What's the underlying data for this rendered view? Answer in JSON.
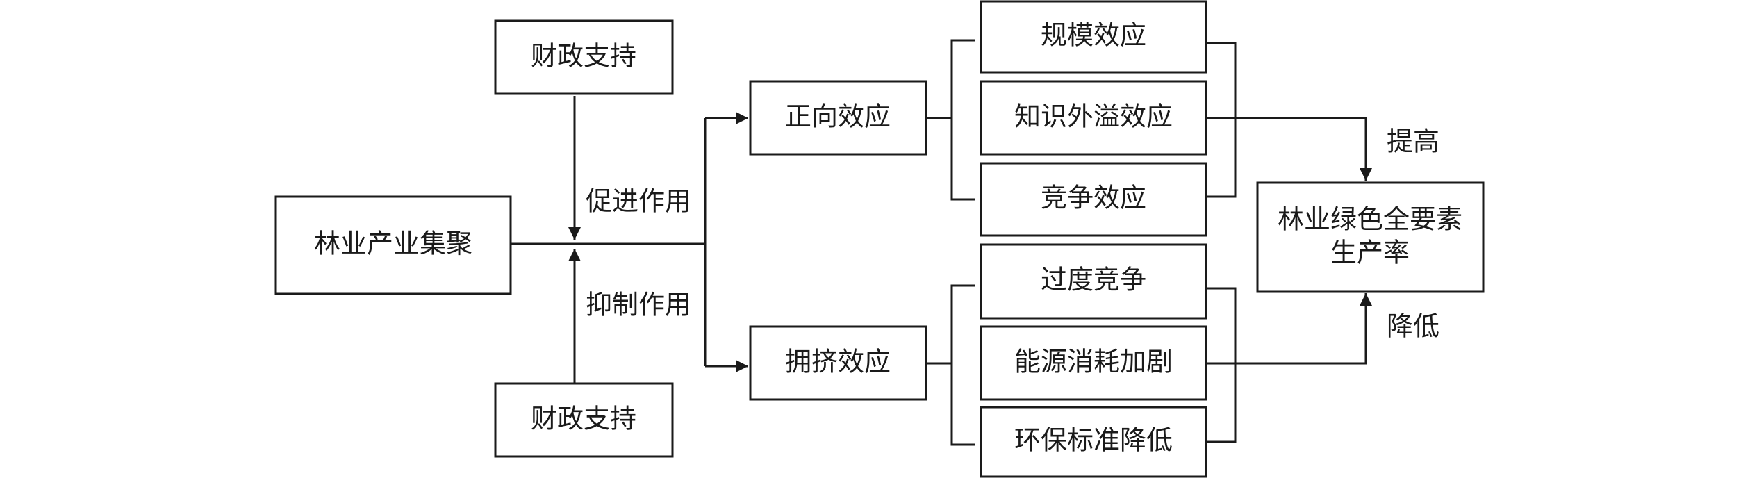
{
  "nodes": {
    "fiscal_top": "财政支持",
    "fiscal_bottom": "财政支持",
    "cluster": "林业产业集聚",
    "positive": "正向效应",
    "crowding": "拥挤效应",
    "scale": "规模效应",
    "spillover": "知识外溢效应",
    "competition": "竞争效应",
    "over_competition": "过度竞争",
    "energy": "能源消耗加剧",
    "env_standard": "环保标准降低",
    "tfp_line1": "林业绿色全要素",
    "tfp_line2": "生产率"
  },
  "edge_labels": {
    "promote": "促进作用",
    "inhibit": "抑制作用",
    "raise": "提高",
    "lower": "降低"
  },
  "colors": {
    "stroke": "#1a1a1a",
    "background": "#ffffff"
  }
}
